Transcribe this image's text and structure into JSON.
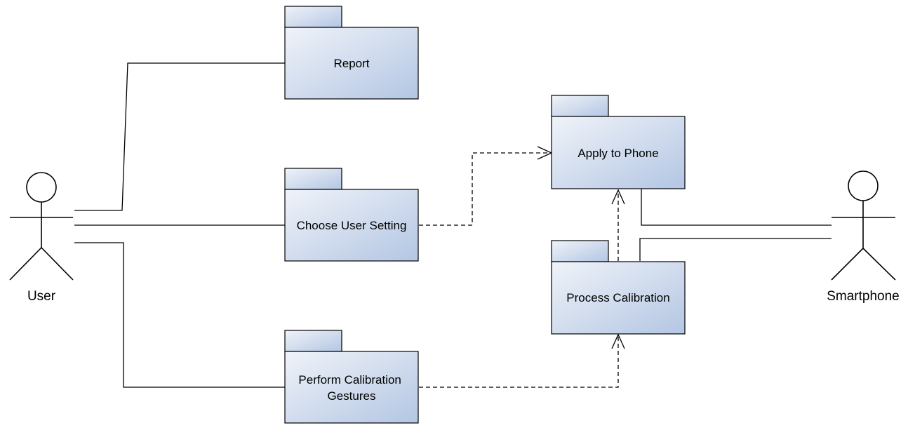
{
  "diagram": {
    "actors": {
      "user": {
        "label": "User"
      },
      "smartphone": {
        "label": "Smartphone"
      }
    },
    "packages": {
      "report": {
        "lines": [
          "Report"
        ]
      },
      "choose_user_setting": {
        "lines": [
          "Choose User Setting"
        ]
      },
      "perform_calibration": {
        "lines": [
          "Perform Calibration",
          "Gestures"
        ]
      },
      "apply_to_phone": {
        "lines": [
          "Apply to Phone"
        ]
      },
      "process_calibration": {
        "lines": [
          "Process Calibration"
        ]
      }
    },
    "colors": {
      "package_fill_light": "#f0f3f9",
      "package_fill_dark": "#b3c6e3",
      "stroke": "#000000"
    }
  }
}
